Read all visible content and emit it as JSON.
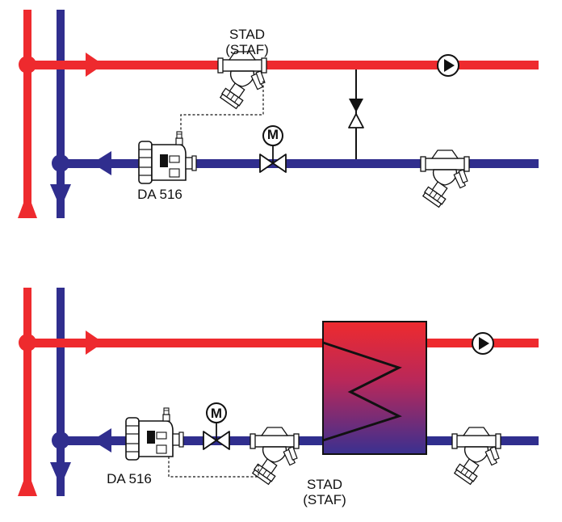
{
  "colors": {
    "supply": "#ee2a2e",
    "return": "#302e8e",
    "outline": "#111111",
    "background": "#ffffff"
  },
  "labels": {
    "top_stad": "STAD",
    "top_staf": "(STAF)",
    "top_da": "DA 516",
    "bottom_stad": "STAD",
    "bottom_staf": "(STAF)",
    "bottom_da": "DA 516",
    "motor_top": "M",
    "motor_bottom": "M"
  },
  "icons": {
    "pump": "pump-icon",
    "balancing_valve": "balancing-valve-icon",
    "control_valve": "motorized-valve-icon",
    "check_valve": "check-valve-icon",
    "dp_controller": "dp-controller-icon",
    "heat_exchanger": "heat-exchanger-icon"
  }
}
